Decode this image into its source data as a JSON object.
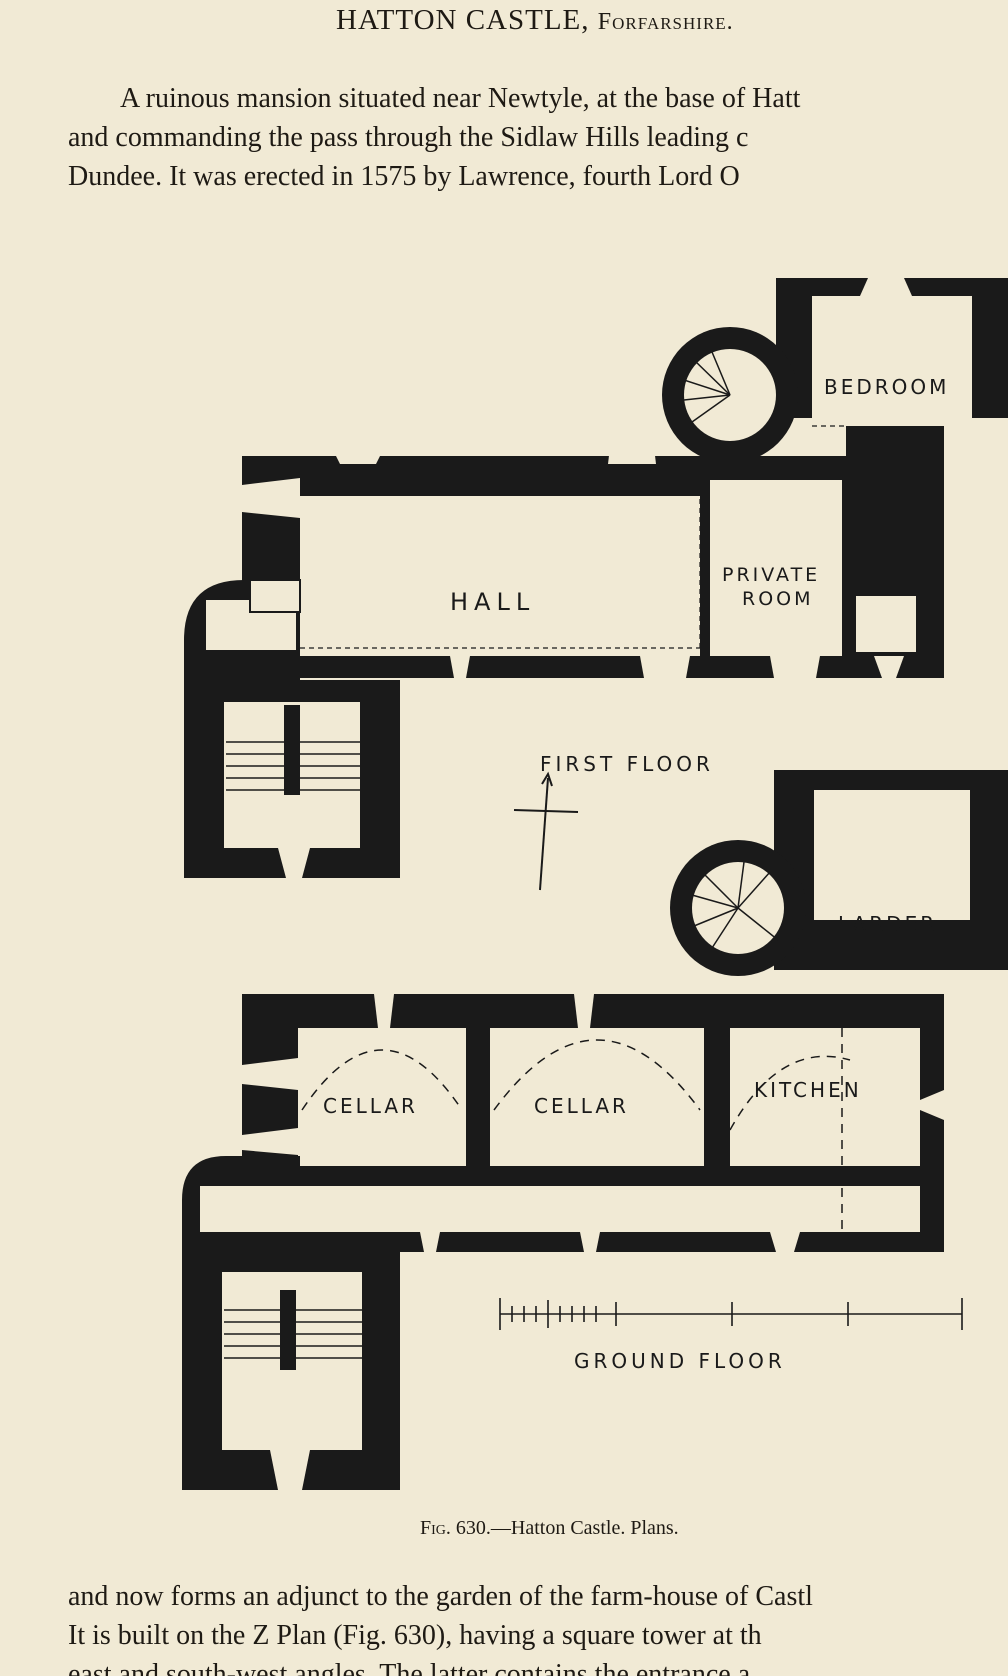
{
  "page": {
    "heading": {
      "main": "HATTON CASTLE,",
      "place": "Forfarshire."
    },
    "top_paragraph": [
      "A ruinous mansion situated near Newtyle, at the base of Hatt",
      "and commanding the pass through the Sidlaw Hills leading c",
      "Dundee. It was erected in 1575 by Lawrence, fourth Lord O"
    ],
    "figure": {
      "first_floor": {
        "title": "FIRST FLOOR",
        "rooms": {
          "bedroom": "BEDROOM",
          "hall": "HALL",
          "private_room_line1": "PRIVATE",
          "private_room_line2": "ROOM"
        }
      },
      "ground_floor": {
        "title": "GROUND FLOOR",
        "rooms": {
          "larder": "LARDER",
          "cellar_1": "CELLAR",
          "cellar_2": "CELLAR",
          "kitchen": "KITCHEN"
        }
      },
      "colors": {
        "wall": "#1a1a1a",
        "paper": "#f1ead5",
        "ink": "#1e1a14"
      },
      "caption": {
        "fig": "Fig. 630.",
        "text": "—Hatton Castle. Plans."
      }
    },
    "bottom_paragraph": [
      "and now forms an adjunct to the garden of the farm-house of Castl",
      "It is built on the Z Plan (Fig. 630), having a square tower at th",
      "east and south-west angles. The latter contains the entrance a"
    ]
  }
}
